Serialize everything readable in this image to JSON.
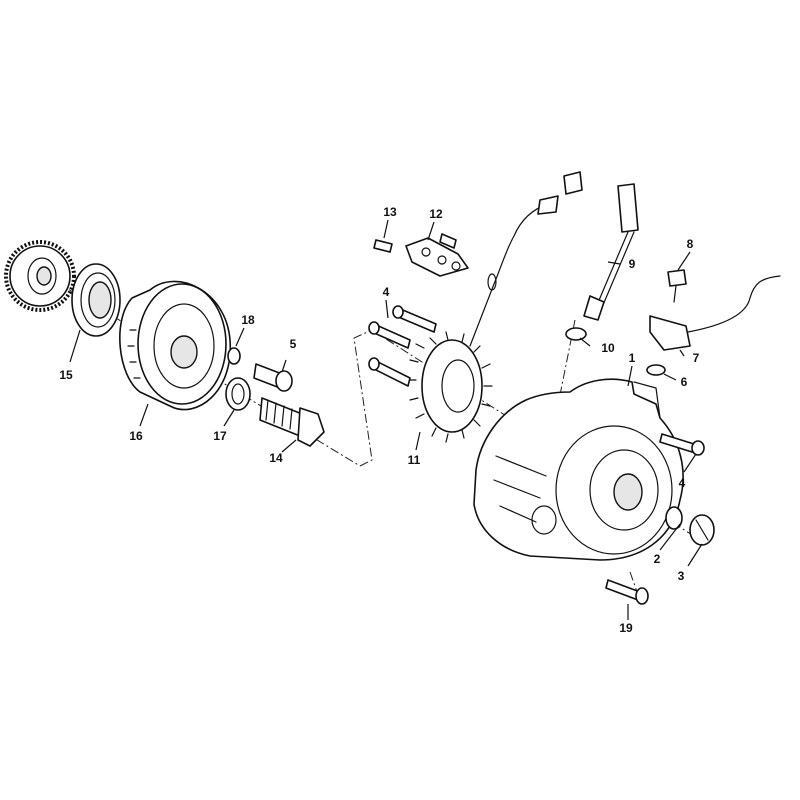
{
  "callouts": {
    "c1": "1",
    "c2": "2",
    "c3": "3",
    "c4a": "4",
    "c4b": "4",
    "c5": "5",
    "c6": "6",
    "c7": "7",
    "c8": "8",
    "c9": "9",
    "c10": "10",
    "c11": "11",
    "c12": "12",
    "c13": "13",
    "c14": "14",
    "c15": "15",
    "c16": "16",
    "c17": "17",
    "c18": "18",
    "c19": "19"
  },
  "colors": {
    "line": "#111111",
    "background": "#ffffff"
  }
}
